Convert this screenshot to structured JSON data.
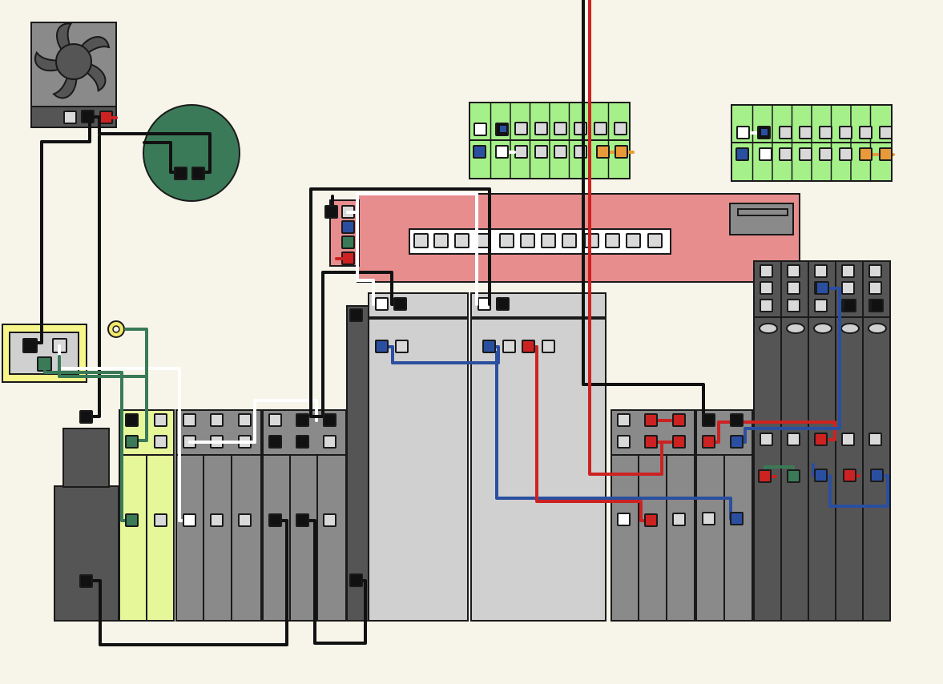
{
  "colors": {
    "background": "#f7f5e9",
    "outline": "#1a1a1a",
    "cable_black": "#111111",
    "cable_white": "#ffffff",
    "cable_red": "#cc2222",
    "cable_blue": "#2b4fa0",
    "cable_green": "#3a7a57",
    "cable_orange": "#e89a3a",
    "dark_gray": "#555555",
    "mid_gray": "#8a8a8a",
    "light_gray": "#d0d0d0",
    "port_empty": "#d9d9d9",
    "yellow_module": "#e6f79a",
    "pink_panel": "#e78d8d",
    "green_patch": "#a6f08a",
    "green_disk": "#3b7a58",
    "yellow_box": "#f6f68a"
  },
  "components": {
    "fan": "fan-icon",
    "ground_disk": "ground-disk",
    "ground_lug": "ground-lug-icon",
    "pink_panel": "pink-panel",
    "patch_panels": 2,
    "main_rack": "equipment-rack"
  }
}
